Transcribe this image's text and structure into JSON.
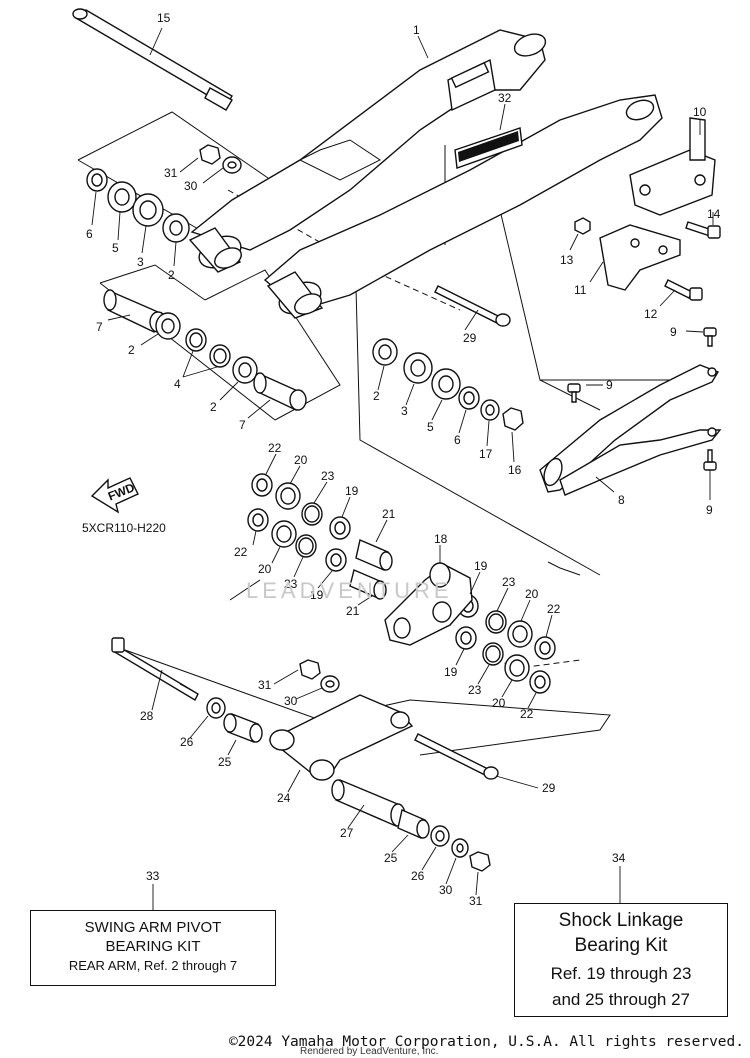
{
  "diagram": {
    "model_code": "5XCR110-H220",
    "fwd_label": "FWD",
    "watermark": "LEADVENTURE",
    "callouts": {
      "c1": "1",
      "c2a": "2",
      "c2b": "2",
      "c2c": "2",
      "c2d": "2",
      "c3a": "3",
      "c3b": "3",
      "c4": "4",
      "c5a": "5",
      "c5b": "5",
      "c6a": "6",
      "c6b": "6",
      "c7a": "7",
      "c7b": "7",
      "c8": "8",
      "c9a": "9",
      "c9b": "9",
      "c9c": "9",
      "c10": "10",
      "c11": "11",
      "c12": "12",
      "c13": "13",
      "c14": "14",
      "c15": "15",
      "c16": "16",
      "c17": "17",
      "c18": "18",
      "c19a": "19",
      "c19b": "19",
      "c19c": "19",
      "c19d": "19",
      "c20a": "20",
      "c20b": "20",
      "c20c": "20",
      "c20d": "20",
      "c21a": "21",
      "c21b": "21",
      "c22a": "22",
      "c22b": "22",
      "c22c": "22",
      "c22d": "22",
      "c23a": "23",
      "c23b": "23",
      "c23c": "23",
      "c23d": "23",
      "c24": "24",
      "c25a": "25",
      "c25b": "25",
      "c26a": "26",
      "c26b": "26",
      "c27": "27",
      "c28": "28",
      "c29a": "29",
      "c29b": "29",
      "c30a": "30",
      "c30b": "30",
      "c30c": "30",
      "c31a": "31",
      "c31b": "31",
      "c31c": "31",
      "c32": "32",
      "c33": "33",
      "c34": "34"
    }
  },
  "kit_33": {
    "line1": "SWING ARM PIVOT",
    "line2": "BEARING KIT",
    "line3": "REAR ARM, Ref. 2 through 7"
  },
  "kit_34": {
    "line1": "Shock Linkage",
    "line2": "Bearing Kit",
    "line3": "Ref. 19 through 23",
    "line4": "and 25 through 27"
  },
  "footer": {
    "copyright": "©2024 Yamaha Motor Corporation, U.S.A. All rights reserved.",
    "rendered_by": "Rendered by LeadVenture, Inc."
  }
}
